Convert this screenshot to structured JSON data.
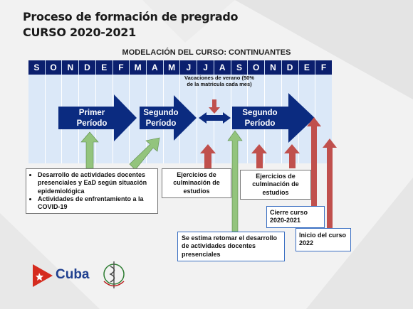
{
  "header": {
    "title_line1": "Proceso de formación de pregrado",
    "title_line2": "CURSO 2020-2021"
  },
  "diagram": {
    "subtitle": "MODELACIÓN DEL CURSO: CONTINUANTES",
    "months": [
      "S",
      "O",
      "N",
      "D",
      "E",
      "F",
      "M",
      "A",
      "M",
      "J",
      "J",
      "A",
      "S",
      "O",
      "N",
      "D",
      "E",
      "F"
    ],
    "arrows": {
      "primer_periodo": "Primer Período",
      "segundo_periodo_1": "Segundo Período",
      "segundo_periodo_2": "Segundo Período"
    },
    "vacaciones": "Vacaciones de verano (50% de la matricula cada mes)",
    "boxes": {
      "actividades_1": "Desarrollo de actividades docentes presenciales y EaD según situación epidemiológica",
      "actividades_2": "Actividades de enfrentamiento a la COVID-19",
      "ejercicios_1": "Ejercicios de culminación de estudios",
      "ejercicios_2": "Ejercicios de culminación de estudios",
      "retomar": "Se estima retomar el desarrollo de actividades docentes presenciales",
      "cierre": "Cierre curso 2020-2021",
      "inicio": "Inicio del curso 2022"
    },
    "colors": {
      "month_bar": "#0b1f6e",
      "timeline_bg": "#dbe8f8",
      "period_arrow": "#0b2b80",
      "green_arrow": "#93c47d",
      "red_arrow": "#c0504d"
    }
  },
  "footer": {
    "logo_text": "Cuba"
  }
}
